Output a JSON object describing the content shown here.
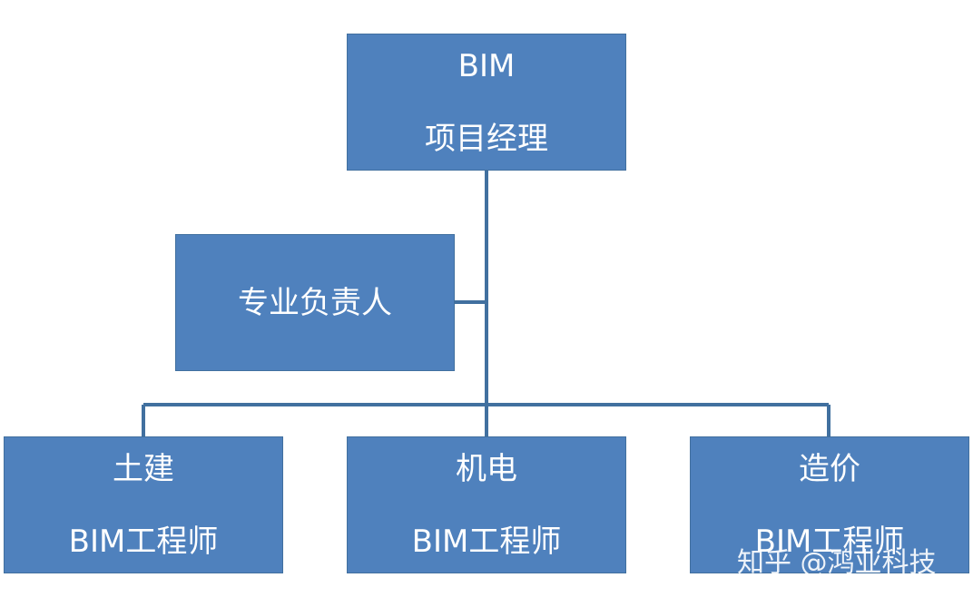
{
  "colors": {
    "box_fill": "#4f81bd",
    "connector": "#41709f",
    "text": "#ffffff"
  },
  "nodes": {
    "project_manager": {
      "line1": "BIM",
      "line2": "项目经理"
    },
    "discipline_lead": {
      "line1": "专业负责人"
    },
    "civil_engineer": {
      "line1": "土建",
      "line2": "BIM工程师"
    },
    "mep_engineer": {
      "line1": "机电",
      "line2": "BIM工程师"
    },
    "cost_engineer": {
      "line1": "造价",
      "line2": "BIM工程师"
    }
  },
  "watermark": "知乎 @鸿业科技"
}
